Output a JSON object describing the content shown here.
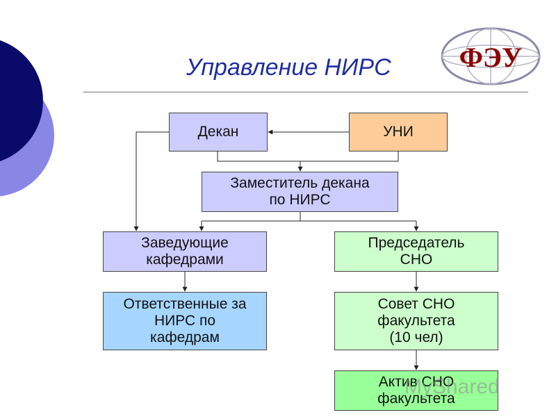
{
  "title": "Управление НИРС",
  "logo": {
    "text": "ФЭУ"
  },
  "nodes": {
    "dean": "Декан",
    "uni": "УНИ",
    "deputy_dean": "Заместитель декана\nпо НИРС",
    "dept_heads": "Заведующие\nкафедрами",
    "sno_chair": "Председатель\nСНО",
    "responsible": "Ответственные за\nНИРС по\nкафедрам",
    "sno_council": "Совет СНО\nфакультета\n(10 чел)",
    "sno_active": "Актив СНО\nфакультета"
  },
  "watermark": "MyShared",
  "colors": {
    "violet": "#ccccff",
    "peach": "#fdcc99",
    "green": "#ccffcc",
    "bright_green": "#99ff99",
    "blue": "#a6d6ff",
    "title": "#1f2ea0"
  }
}
